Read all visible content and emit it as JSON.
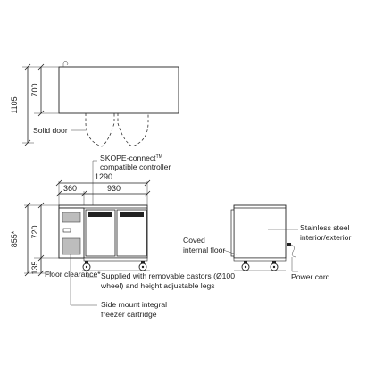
{
  "plan_view": {
    "dimensions": {
      "overall_depth": "1105",
      "cabinet_depth": "700"
    },
    "labels": {
      "door": "Solid door"
    }
  },
  "front_view": {
    "dimensions": {
      "overall_width": "1290",
      "cartridge_width": "360",
      "cabinet_width": "930",
      "overall_height": "855*",
      "cabinet_height": "720",
      "floor_clearance": "135"
    },
    "labels": {
      "controller": [
        "SKOPE-connect",
        "TM",
        "compatible controller"
      ],
      "floor_clearance": "Floor clearance*",
      "castors": [
        "Supplied with removable castors (Ø100",
        "wheel) and height adjustable legs"
      ],
      "cartridge": [
        "Side mount integral",
        "freezer cartridge"
      ]
    }
  },
  "side_view": {
    "labels": {
      "coved_floor": [
        "Coved",
        "internal floor"
      ],
      "stainless": [
        "Stainless steel",
        "interior/exterior"
      ],
      "power_cord": "Power cord"
    }
  }
}
